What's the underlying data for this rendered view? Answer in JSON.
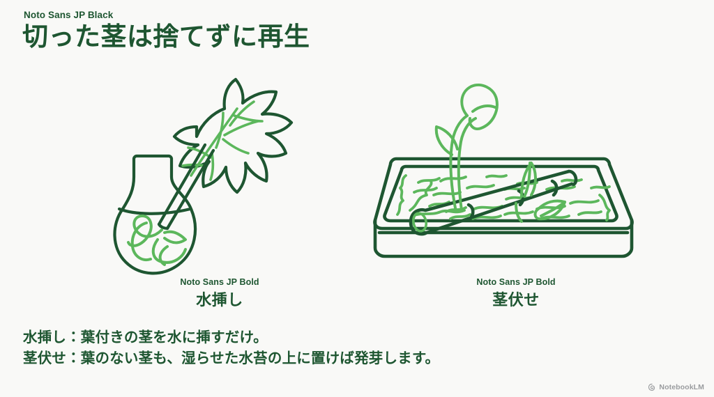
{
  "slide": {
    "background_color": "#f9f9f7",
    "primary_color": "#1e5631",
    "accent_color": "#5cb75c"
  },
  "header": {
    "font_label": "Noto Sans JP Black",
    "title": "切った茎は捨てずに再生"
  },
  "figures": [
    {
      "id": "water-propagation",
      "alt": "葉付きの茎を水の入った花瓶に挿したイラスト"
    },
    {
      "id": "stem-layering",
      "alt": "水苔を敷いたトレイに茎を寝かせたイラスト"
    }
  ],
  "captions": [
    {
      "font_label": "Noto Sans JP Bold",
      "title": "水挿し"
    },
    {
      "font_label": "Noto Sans JP Bold",
      "title": "茎伏せ"
    }
  ],
  "body": {
    "lines": [
      "水挿し：葉付きの茎を水に挿すだけ。",
      "茎伏せ：葉のない茎も、湿らせた水苔の上に置けば発芽します。"
    ]
  },
  "watermark": {
    "label": "NotebookLM",
    "icon": "notebooklm-spark-icon"
  }
}
